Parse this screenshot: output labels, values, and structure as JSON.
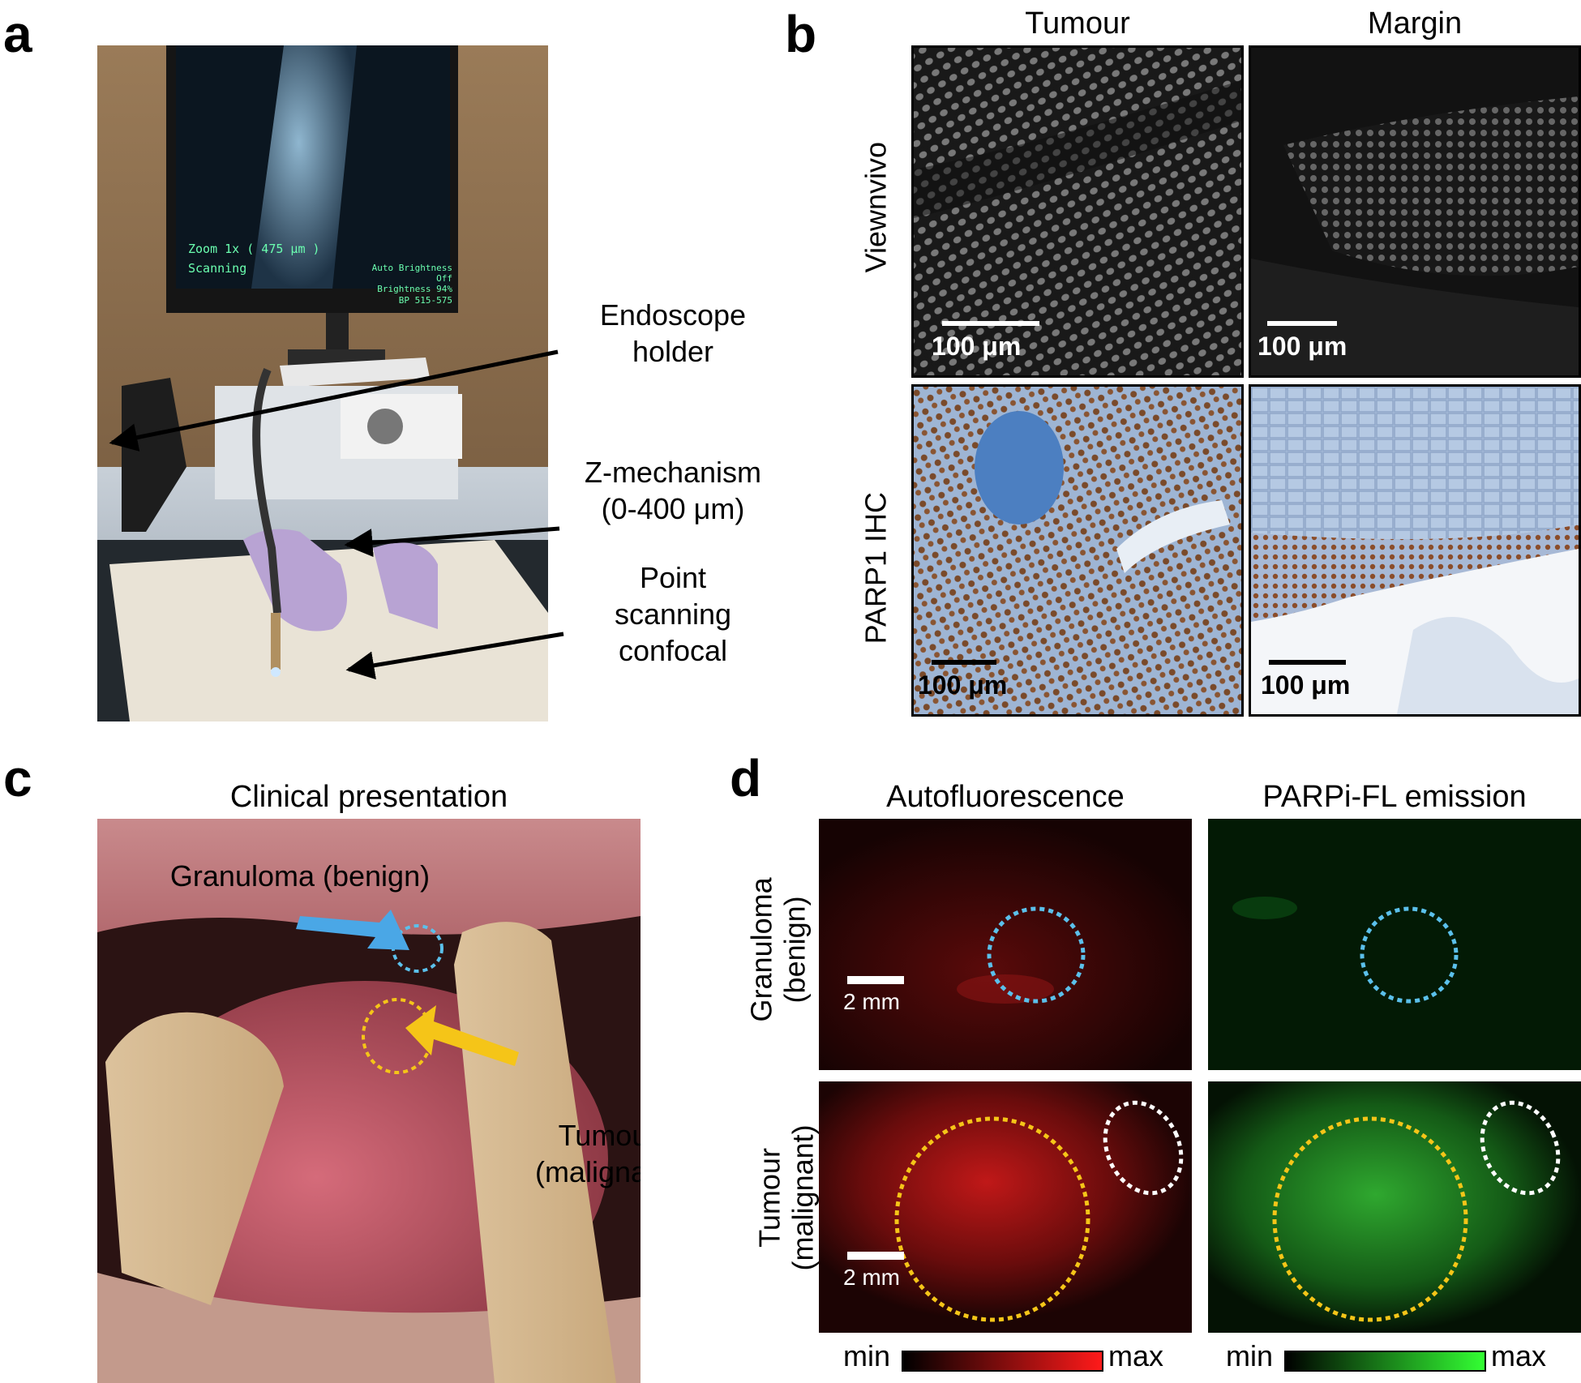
{
  "panels": {
    "a": {
      "letter": "a",
      "screen": {
        "zoom": "Zoom 1x ( 475 μm )",
        "status": "Scanning",
        "brightness_line1": "Auto Brightness Off",
        "brightness_line2": "Brightness 94%",
        "brightness_line3": "BP 515-575"
      },
      "callouts": [
        {
          "line1": "Endoscope",
          "line2": "holder"
        },
        {
          "line1": "Z-mechanism",
          "line2": "(0-400 μm)"
        },
        {
          "line1": "Point",
          "line2": "scanning",
          "line3": "confocal"
        }
      ]
    },
    "b": {
      "letter": "b",
      "columns": [
        "Tumour",
        "Margin"
      ],
      "rows": [
        "Viewnvivo",
        "PARP1 IHC"
      ],
      "scale": "100 μm"
    },
    "c": {
      "letter": "c",
      "title": "Clinical presentation",
      "benign_label": "Granuloma (benign)",
      "malignant_label_1": "Tumour",
      "malignant_label_2": "(malignant)"
    },
    "d": {
      "letter": "d",
      "columns": [
        "Autofluorescence",
        "PARPi-FL emission"
      ],
      "rows": [
        {
          "line1": "Granuloma",
          "line2": "(benign)"
        },
        {
          "line1": "Tumour",
          "line2": "(malignant)"
        }
      ],
      "scale": "2 mm",
      "colorbar_min": "min",
      "colorbar_max": "max"
    }
  },
  "colors": {
    "benign_ring": "#5bc0eb",
    "malignant_ring": "#f5c518",
    "extra_ring": "#ffffff",
    "auto_red": "#ff1a1a",
    "parp_green": "#2bd62b"
  }
}
